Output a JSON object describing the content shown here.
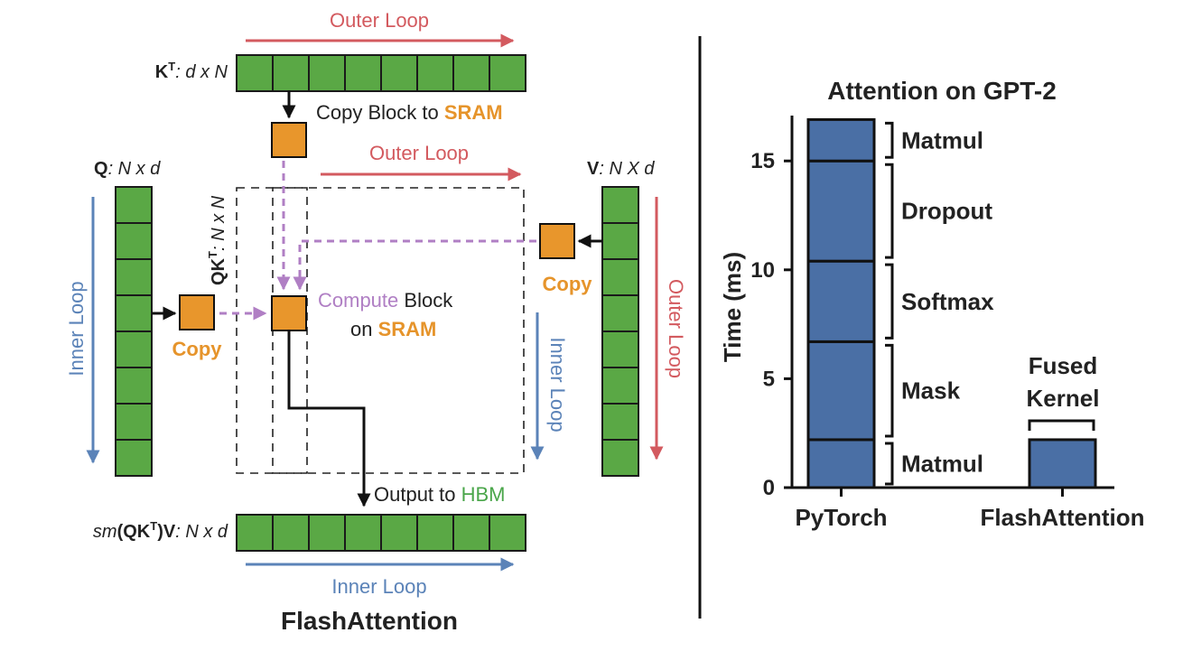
{
  "diagram": {
    "title": "FlashAttention",
    "kt_label": {
      "name": "K",
      "sup": "T",
      "dims": ": d x N"
    },
    "q_label": {
      "name": "Q",
      "dims": ": N x d"
    },
    "v_label": {
      "name": "V",
      "dims": ": N X d"
    },
    "qkt_label": {
      "name": "QK",
      "sup": "T",
      "dims": ": N x N"
    },
    "out_label": {
      "prefix": "sm",
      "paren": "(QK",
      "sup": "T",
      "suffix": ")V",
      "dims": ": N x d"
    },
    "outer_loop_top": "Outer Loop",
    "outer_loop_mid": "Outer Loop",
    "outer_loop_right": "Outer Loop",
    "inner_loop_left": "Inner Loop",
    "inner_loop_right": "Inner Loop",
    "inner_loop_bottom": "Inner Loop",
    "copy_block_text": "Copy Block to ",
    "copy_block_sram": "SRAM",
    "copy_left": "Copy",
    "copy_right": "Copy",
    "compute_word": "Compute",
    "compute_rest": " Block",
    "on_text": "on ",
    "on_sram": "SRAM",
    "output_text": "Output to ",
    "output_hbm": "HBM",
    "colors": {
      "cell_fill": "#5aa845",
      "cell_stroke": "#1a1a1a",
      "block_fill": "#e8962c",
      "red": "#d35a5f",
      "blue": "#5b83b8",
      "purple": "#b07fc4",
      "green": "#4aa64a"
    }
  },
  "chart_data": {
    "type": "bar",
    "title": "Attention on GPT-2",
    "ylabel": "Time (ms)",
    "xlabel": "",
    "ylim": [
      0,
      17
    ],
    "yticks": [
      0,
      5,
      10,
      15
    ],
    "categories": [
      "PyTorch",
      "FlashAttention"
    ],
    "stacks": [
      {
        "category": "PyTorch",
        "segments": [
          {
            "name": "Matmul",
            "value": 2.2
          },
          {
            "name": "Mask",
            "value": 4.5
          },
          {
            "name": "Softmax",
            "value": 3.7
          },
          {
            "name": "Dropout",
            "value": 4.6
          },
          {
            "name": "Matmul",
            "value": 1.9
          }
        ]
      },
      {
        "category": "FlashAttention",
        "segments": [
          {
            "name": "Fused Kernel",
            "value": 2.2
          }
        ]
      }
    ],
    "fused_label_line1": "Fused",
    "fused_label_line2": "Kernel",
    "bar_color": "#4a6fa5",
    "grid": false,
    "legend": "none"
  }
}
